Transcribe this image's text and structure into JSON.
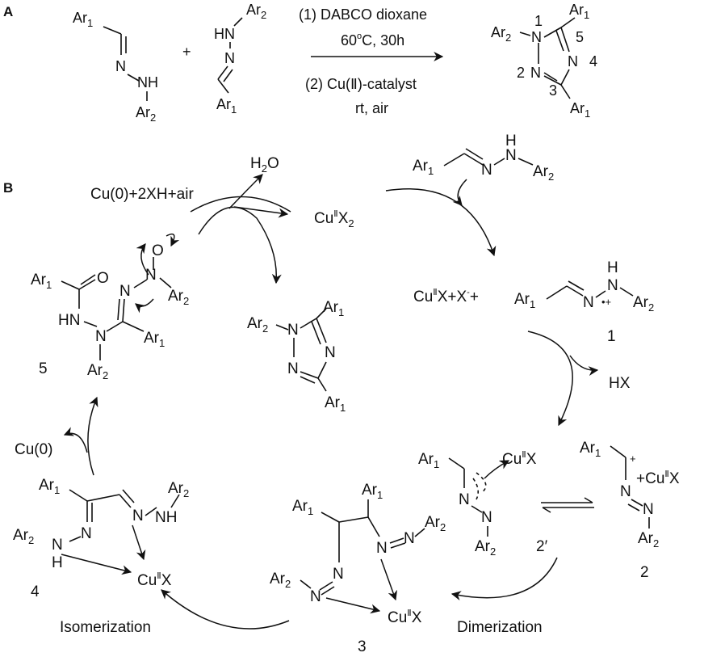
{
  "panels": {
    "a": "A",
    "b": "B"
  },
  "scheme_a": {
    "plus": "+",
    "condition_1": "(1) DABCO dioxane",
    "condition_1_temp": "60",
    "condition_1_deg": "o",
    "condition_1_rest": "C, 30h",
    "condition_2": "(2) Cu(Ⅱ)-catalyst",
    "condition_2_b": "rt, air",
    "ring_numbers": [
      "1",
      "5",
      "4",
      "3",
      "2"
    ]
  },
  "cycle": {
    "h2o": "H",
    "h2o_sub": "2",
    "h2o_o": "O",
    "cu0_air": "Cu(0)+2XH+air",
    "cu_x2_cu": "Cu",
    "cu_x2_ox": "Ⅱ",
    "cu_x2_x": "X",
    "cu_x2_sub": "2",
    "cu_x_plus": "Cu",
    "cu_x_plus_ox": "Ⅱ",
    "cu_x_plus_x": "X+X",
    "cu_x_plus_minus": "-",
    "cu_x_plus_end": "+",
    "hx": "HX",
    "cu0": "Cu(0)",
    "cu_x": "Cu",
    "cu_x_ox": "Ⅱ",
    "cu_x_x": "X",
    "plus_cu_x": "+Cu",
    "isomerization": "Isomerization",
    "dimerization": "Dimerization",
    "compound_labels": [
      "1",
      "2",
      "2′",
      "3",
      "4",
      "5"
    ]
  },
  "atoms": {
    "ar": "Ar",
    "sub1": "1",
    "sub2": "2",
    "n": "N",
    "nh": "NH",
    "hn": "HN",
    "h": "H",
    "o": "O",
    "hn_dash": "HN",
    "plus": "+",
    "radical": "•+"
  }
}
